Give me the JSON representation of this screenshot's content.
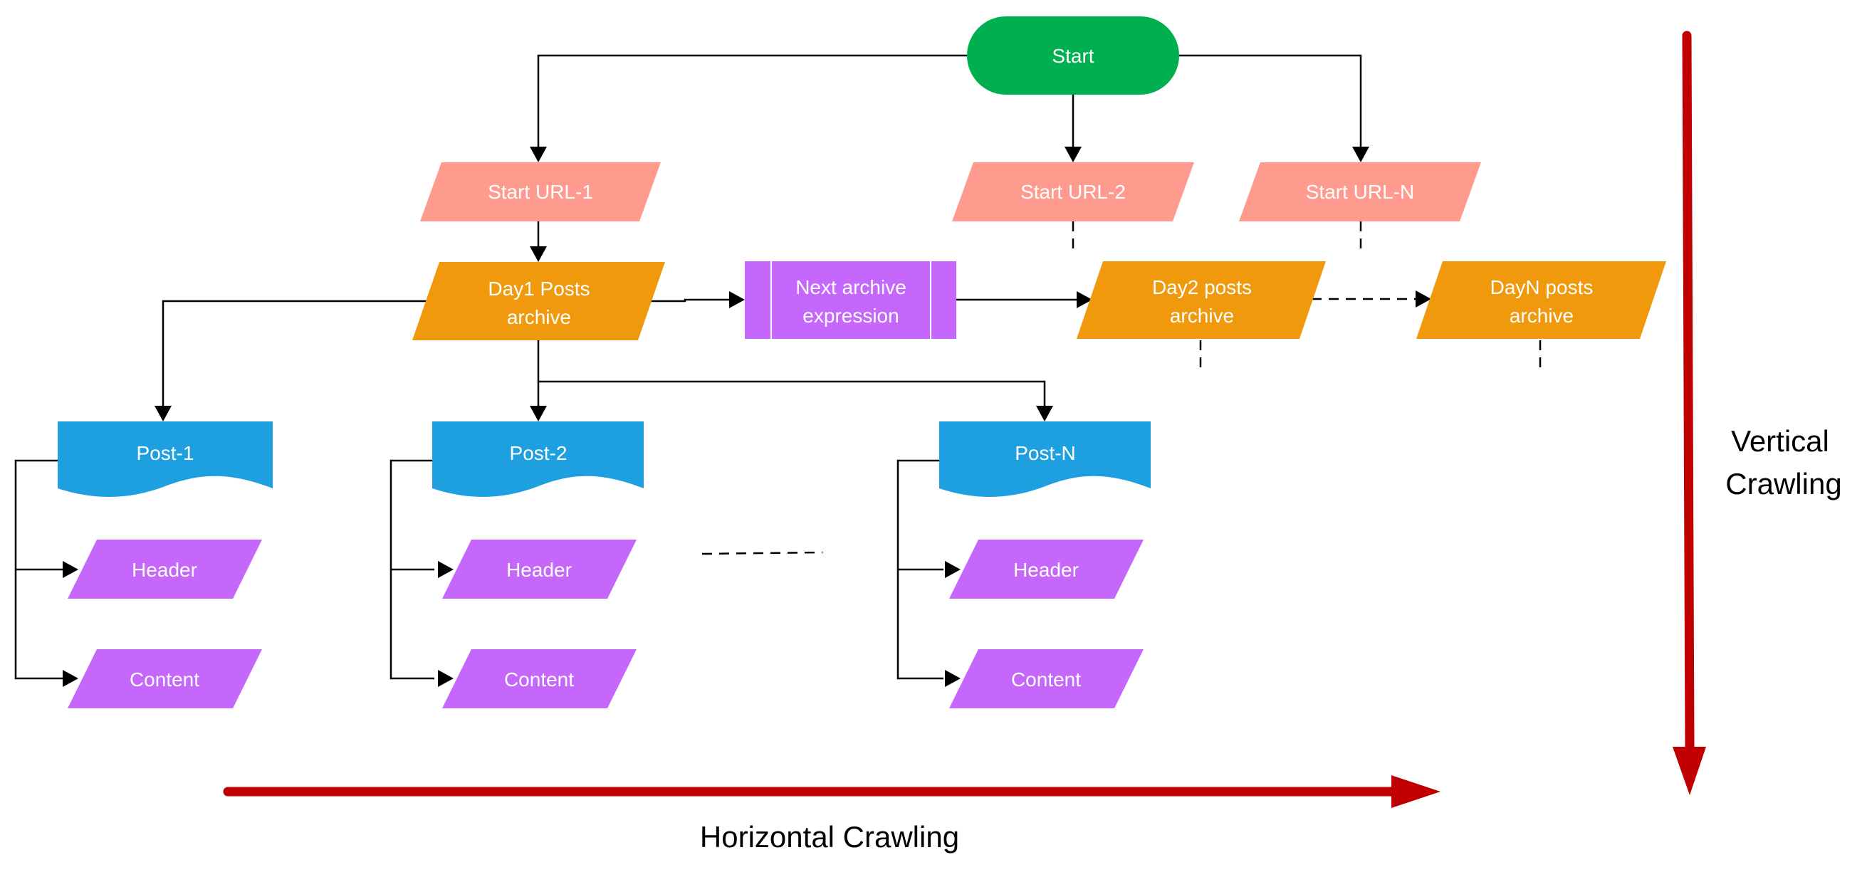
{
  "colors": {
    "start": "#00B050",
    "start_url": "#FF9A8F",
    "archive": "#F0990D",
    "next_archive": "#C567FA",
    "post": "#1EA0E0",
    "field": "#C567FA",
    "crawl_arrow": "#C00000"
  },
  "nodes": {
    "start": {
      "label": "Start"
    },
    "start_urls": [
      {
        "label": "Start URL-1"
      },
      {
        "label": "Start URL-2"
      },
      {
        "label": "Start URL-N"
      }
    ],
    "archives": [
      {
        "line1": "Day1 Posts",
        "line2": "archive"
      },
      {
        "line1": "Day2 posts",
        "line2": "archive"
      },
      {
        "line1": "DayN posts",
        "line2": "archive"
      }
    ],
    "next_archive": {
      "line1": "Next archive",
      "line2": "expression"
    },
    "posts": [
      {
        "label": "Post-1",
        "header": "Header",
        "content": "Content"
      },
      {
        "label": "Post-2",
        "header": "Header",
        "content": "Content"
      },
      {
        "label": "Post-N",
        "header": "Header",
        "content": "Content"
      }
    ]
  },
  "axes": {
    "horizontal": "Horizontal Crawling",
    "vertical_line1": "Vertical",
    "vertical_line2": "Crawling"
  }
}
